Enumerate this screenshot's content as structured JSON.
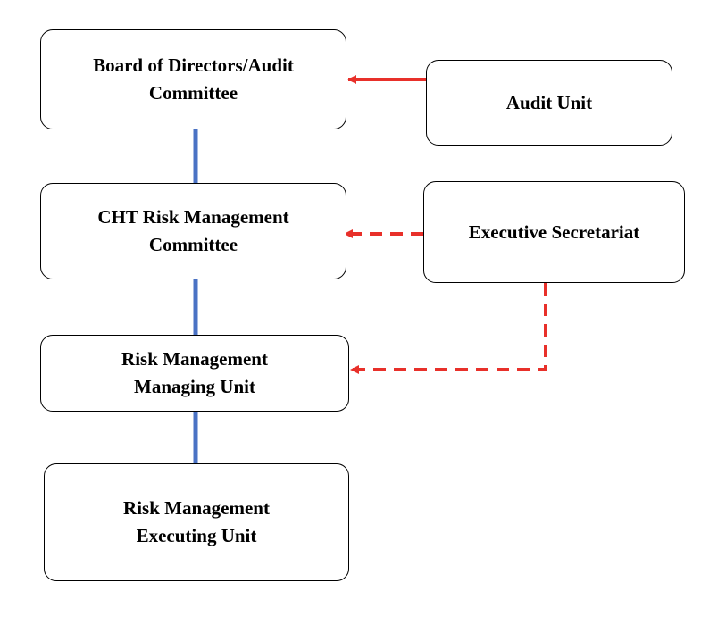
{
  "diagram": {
    "nodes": {
      "board": {
        "line1": "Board of Directors/Audit",
        "line2": "Committee"
      },
      "audit": {
        "line1": "Audit Unit"
      },
      "cht": {
        "line1": "CHT Risk Management",
        "line2": "Committee"
      },
      "exec": {
        "line1": "Executive Secretariat"
      },
      "rmmu": {
        "line1": "Risk Management",
        "line2": "Managing Unit"
      },
      "rmeu": {
        "line1": "Risk Management",
        "line2": "Executing Unit"
      }
    },
    "edges": [
      {
        "from": "audit",
        "to": "board",
        "style": "solid-arrow",
        "color": "#e8302a"
      },
      {
        "from": "exec",
        "to": "cht",
        "style": "dashed-arrow",
        "color": "#e8302a"
      },
      {
        "from": "exec",
        "to": "rmmu",
        "style": "dashed-arrow",
        "color": "#e8302a"
      },
      {
        "from": "board",
        "to": "cht",
        "style": "solid-line",
        "color": "#4a72c4"
      },
      {
        "from": "cht",
        "to": "rmmu",
        "style": "solid-line",
        "color": "#4a72c4"
      },
      {
        "from": "rmmu",
        "to": "rmeu",
        "style": "solid-line",
        "color": "#4a72c4"
      }
    ],
    "colors": {
      "hierarchy_line": "#4a72c4",
      "reporting_arrow": "#e8302a",
      "box_border": "#000000"
    }
  }
}
